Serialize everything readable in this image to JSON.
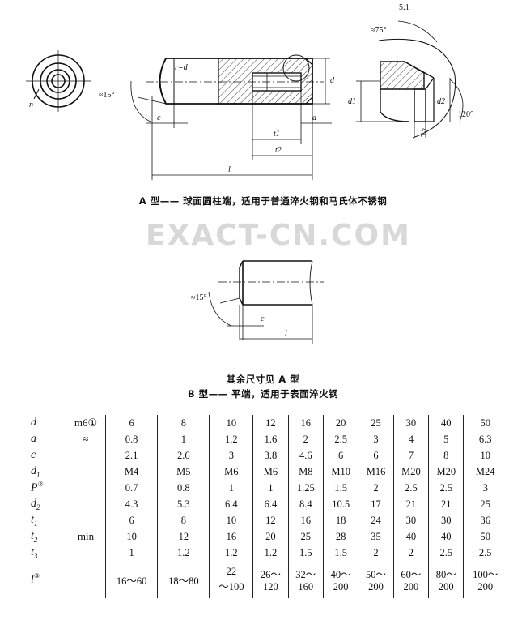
{
  "drawing_a": {
    "scale": "5:1",
    "angle_75": "≈75°",
    "angle_120": "120°",
    "angle_15": "≈15°",
    "label_r": "r=d",
    "label_d": "d",
    "label_c": "c",
    "label_a": "a",
    "label_t1": "t1",
    "label_t2": "t2",
    "label_l": "l",
    "label_d1": "d1",
    "label_d2": "d2",
    "label_f3": "f3",
    "label_n": "n"
  },
  "caption_a": "A 型—— 球面圆柱端，适用于普通淬火钢和马氏体不锈钢",
  "watermark": "EXACT-CN.COM",
  "drawing_b": {
    "angle_15": "≈15°",
    "label_c": "c",
    "label_l": "l"
  },
  "caption_b1": "其余尺寸见 A 型",
  "caption_b2": "B 型—— 平端，适用于表面淬火钢",
  "table": {
    "rows": [
      {
        "sym": "d",
        "sup": "",
        "unit": "m6①",
        "values": [
          "6",
          "8",
          "10",
          "12",
          "16",
          "20",
          "25",
          "30",
          "40",
          "50"
        ]
      },
      {
        "sym": "a",
        "sup": "",
        "unit": "≈",
        "values": [
          "0.8",
          "1",
          "1.2",
          "1.6",
          "2",
          "2.5",
          "3",
          "4",
          "5",
          "6.3"
        ]
      },
      {
        "sym": "c",
        "sup": "",
        "unit": "",
        "values": [
          "2.1",
          "2.6",
          "3",
          "3.8",
          "4.6",
          "6",
          "6",
          "7",
          "8",
          "10"
        ]
      },
      {
        "sym": "d1",
        "sup": "",
        "unit": "",
        "values": [
          "M4",
          "M5",
          "M6",
          "M6",
          "M8",
          "M10",
          "M16",
          "M20",
          "M20",
          "M24"
        ]
      },
      {
        "sym": "P",
        "sup": "②",
        "unit": "",
        "values": [
          "0.7",
          "0.8",
          "1",
          "1",
          "1.25",
          "1.5",
          "2",
          "2.5",
          "2.5",
          "3"
        ]
      },
      {
        "sym": "d2",
        "sup": "",
        "unit": "",
        "values": [
          "4.3",
          "5.3",
          "6.4",
          "6.4",
          "8.4",
          "10.5",
          "17",
          "21",
          "21",
          "25"
        ]
      },
      {
        "sym": "t1",
        "sup": "",
        "unit": "",
        "values": [
          "6",
          "8",
          "10",
          "12",
          "16",
          "18",
          "24",
          "30",
          "30",
          "36"
        ]
      },
      {
        "sym": "t2",
        "sup": "",
        "unit": "min",
        "values": [
          "10",
          "12",
          "16",
          "20",
          "25",
          "28",
          "35",
          "40",
          "40",
          "50"
        ]
      },
      {
        "sym": "t3",
        "sup": "",
        "unit": "",
        "values": [
          "1",
          "1.2",
          "1.2",
          "1.2",
          "1.5",
          "1.5",
          "2",
          "2",
          "2.5",
          "2.5"
        ]
      }
    ],
    "l_row": {
      "sym": "l",
      "sup": "③",
      "unit": "",
      "values": [
        "16～60",
        "18～80",
        "22\n～100",
        "26～\n120",
        "32～\n160",
        "40～\n200",
        "50～\n200",
        "60～\n200",
        "80～\n200",
        "100～\n200"
      ]
    }
  }
}
